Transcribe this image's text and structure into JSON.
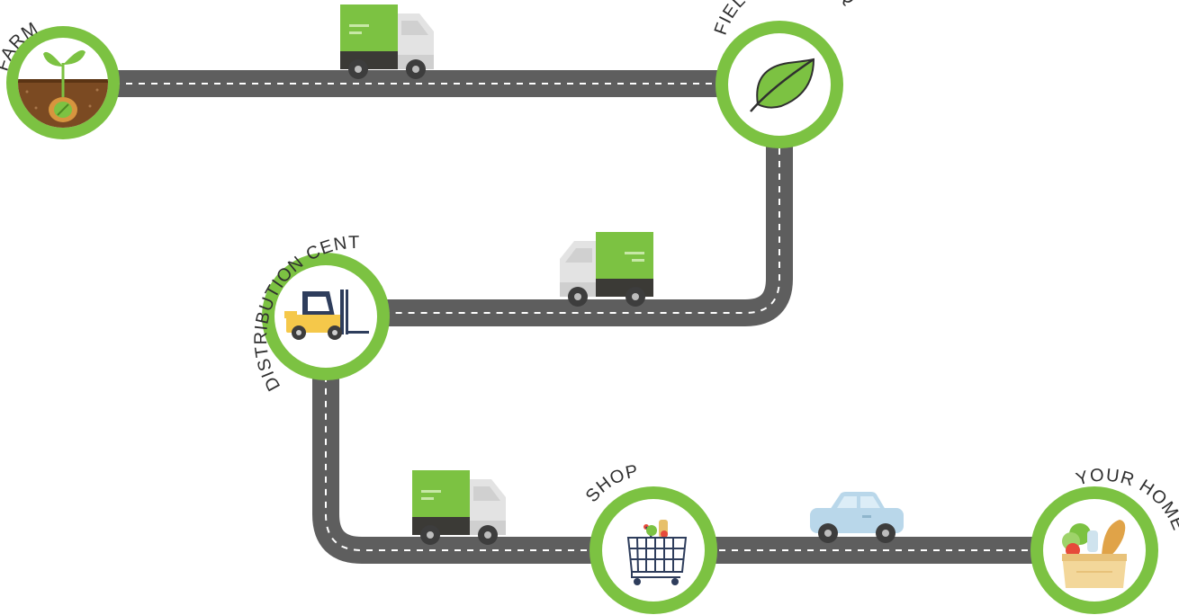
{
  "stops": [
    {
      "id": "farm",
      "label": "FARM",
      "icon": "seedling-icon"
    },
    {
      "id": "hq",
      "label": "FIELDFRESH HQ",
      "icon": "leaf-icon"
    },
    {
      "id": "dc",
      "label": "DISTRIBUTION CENTRE",
      "icon": "forklift-icon"
    },
    {
      "id": "shop",
      "label": "SHOP",
      "icon": "shopping-cart-icon"
    },
    {
      "id": "home",
      "label": "YOUR HOME",
      "icon": "grocery-bag-icon"
    }
  ],
  "vehicles": [
    {
      "id": "truck-1",
      "icon": "delivery-truck-icon",
      "direction": "right"
    },
    {
      "id": "truck-2",
      "icon": "delivery-truck-icon",
      "direction": "left"
    },
    {
      "id": "truck-3",
      "icon": "delivery-truck-icon",
      "direction": "right"
    },
    {
      "id": "car-1",
      "icon": "car-icon",
      "direction": "right"
    }
  ],
  "colors": {
    "ring": "#7cc242",
    "road": "#5e5e5e",
    "road_dash": "#ffffff",
    "truck_green": "#7cc242",
    "truck_dark": "#3b3a36",
    "car_blue": "#b9d7ea",
    "label_text": "#2f2f2f"
  }
}
